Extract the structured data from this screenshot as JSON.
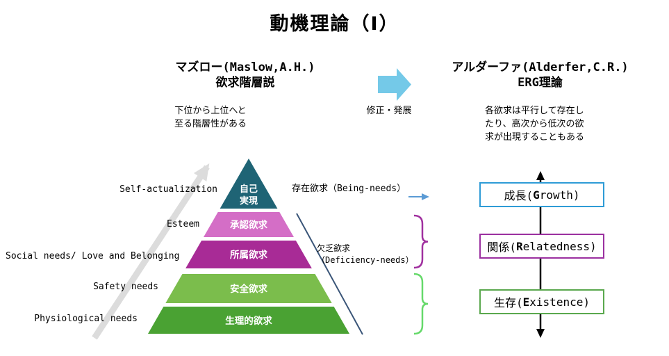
{
  "title": "動機理論（Ⅰ）",
  "maslow": {
    "heading_line1": "マズロー(Maslow,A.H.)",
    "heading_line2": "欲求階層説",
    "note_line1": "下位から上位へと",
    "note_line2": "至る階層性がある",
    "levels": [
      {
        "label": "自己実現",
        "label_line1": "自己",
        "label_line2": "実現",
        "color": "#1f6475",
        "side_label": "Self-actualization"
      },
      {
        "label": "承認欲求",
        "color": "#d46ec6",
        "side_label": "Esteem"
      },
      {
        "label": "所属欲求",
        "color": "#a82b96",
        "side_label": "Social needs/ Love and Belonging"
      },
      {
        "label": "安全欲求",
        "color": "#7bbd4c",
        "side_label": "Safety needs"
      },
      {
        "label": "生理的欲求",
        "color": "#4aa233",
        "side_label": "Physiological needs"
      }
    ],
    "being_needs_label": "存在欲求（Being-needs）",
    "deficiency_line1": "欠乏欲求",
    "deficiency_line2": "（Deficiency-needs）"
  },
  "transition": {
    "label": "修正・発展"
  },
  "alderfer": {
    "heading_line1": "アルダーファ(Alderfer,C.R.)",
    "heading_line2": "ERG理論",
    "note_line1": "各欲求は平行して存在し",
    "note_line2": "たり、高次から低次の欲",
    "note_line3": "求が出現することもある",
    "boxes": [
      {
        "pre": "成長(",
        "bold": "G",
        "post": "rowth)",
        "border": "#2e9bd6"
      },
      {
        "pre": "関係(",
        "bold": "R",
        "post": "elatedness)",
        "border": "#9b30a0"
      },
      {
        "pre": "生存(",
        "bold": "E",
        "post": "xistence)",
        "border": "#5aa84e"
      }
    ]
  },
  "colors": {
    "transition_arrow": "#74c9e8",
    "hierarchy_arrow": "#dcdcdc",
    "pointer_arrow": "#5b9bd5",
    "deficiency_line": "#3a5578",
    "brace_deficiency": "#a0309f",
    "brace_lower": "#66d96a",
    "vertical_arrow": "#000000"
  }
}
